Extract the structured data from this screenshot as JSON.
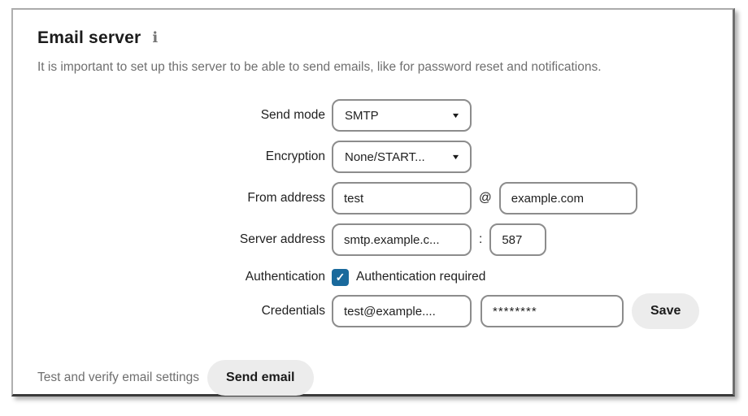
{
  "panel": {
    "title": "Email server",
    "info_icon_glyph": "ℹ",
    "description": "It is important to set up this server to be able to send emails, like for password reset and notifications."
  },
  "form": {
    "send_mode": {
      "label": "Send mode",
      "value": "SMTP"
    },
    "encryption": {
      "label": "Encryption",
      "value": "None/START..."
    },
    "from_address": {
      "label": "From address",
      "user_value": "test",
      "separator": "@",
      "domain_value": "example.com"
    },
    "server_address": {
      "label": "Server address",
      "host_value": "smtp.example.c...",
      "separator": ":",
      "port_value": "587"
    },
    "authentication": {
      "label": "Authentication",
      "checkbox_label": "Authentication required",
      "checked": true,
      "check_glyph": "✓"
    },
    "credentials": {
      "label": "Credentials",
      "username_value": "test@example....",
      "password_value": "********",
      "save_label": "Save"
    }
  },
  "footer": {
    "test_label": "Test and verify email settings",
    "send_button_label": "Send email"
  },
  "icons": {
    "caret_glyph": "▼"
  },
  "colors": {
    "accent": "#19699c",
    "input_border": "#8c8c8c",
    "button_bg": "#ececec",
    "text": "#1f1f1f",
    "muted_text": "#6f6f6f"
  }
}
